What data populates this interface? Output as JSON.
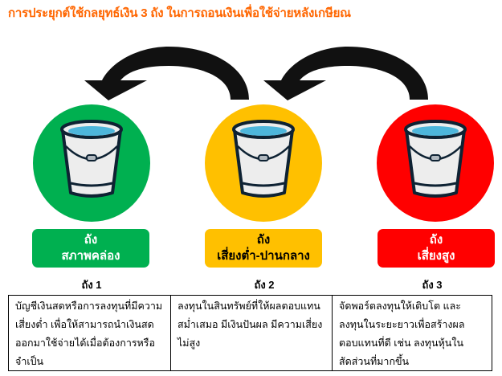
{
  "title": {
    "text": "การประยุกต์ใช้กลยุทธ์เงิน 3 ถัง ในการถอนเงินเพื่อใช้จ่ายหลังเกษียณ",
    "color": "#FF6600"
  },
  "colors": {
    "arrow": "#111111",
    "bucket_outline": "#0E2233",
    "bucket_body": "#EDEDED",
    "water": "#4DB6DB"
  },
  "buckets": [
    {
      "line1": "ถัง",
      "line2": "สภาพคล่อง",
      "color": "#00B050",
      "text_color": "#FFFFFF",
      "column_header": "ถัง 1",
      "description": "บัญชีเงินสดหรือการลงทุนที่มีความเสี่ยงต่ำ เพื่อให้สามารถนำเงินสดออกมาใช้จ่ายได้เมื่อต้องการหรือจำเป็น"
    },
    {
      "line1": "ถัง",
      "line2": "เสี่ยงต่ำ-ปานกลาง",
      "color": "#FFC000",
      "text_color": "#000000",
      "column_header": "ถัง 2",
      "description": "ลงทุนในสินทรัพย์ที่ให้ผลตอบแทนสม่ำเสมอ มีเงินปันผล มีความเสี่ยงไม่สูง"
    },
    {
      "line1": "ถัง",
      "line2": "เสี่ยงสูง",
      "color": "#FF0000",
      "text_color": "#FFFFFF",
      "column_header": "ถัง 3",
      "description": "จัดพอร์ตลงทุนให้เติบโต และลงทุนในระยะยาวเพื่อสร้างผลตอบแทนที่ดี เช่น ลงทุนหุ้นในสัดส่วนที่มากขึ้น"
    }
  ],
  "arrows": [
    {
      "from": "ถัง 2",
      "to": "ถัง 1",
      "icon": "curved-arrow-left"
    },
    {
      "from": "ถัง 3",
      "to": "ถัง 2",
      "icon": "curved-arrow-left"
    }
  ]
}
